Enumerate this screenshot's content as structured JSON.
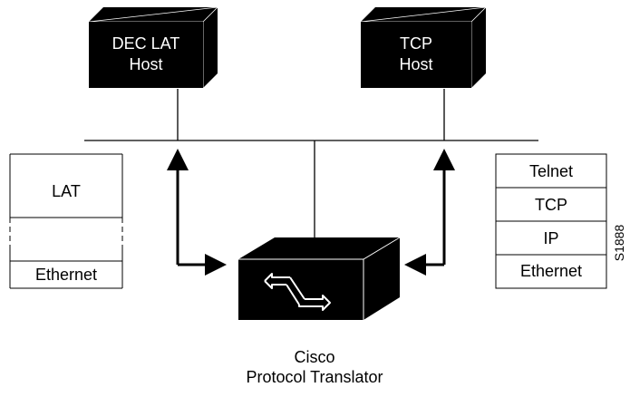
{
  "hosts": {
    "dec_lat": {
      "line1": "DEC LAT",
      "line2": "Host"
    },
    "tcp": {
      "line1": "TCP",
      "line2": "Host"
    }
  },
  "left_stack": {
    "layers": [
      "LAT",
      "",
      "Ethernet"
    ]
  },
  "right_stack": {
    "layers": [
      "Telnet",
      "TCP",
      "IP",
      "Ethernet"
    ]
  },
  "translator": {
    "line1": "Cisco",
    "line2": "Protocol Translator"
  },
  "figure_id": "S1888"
}
